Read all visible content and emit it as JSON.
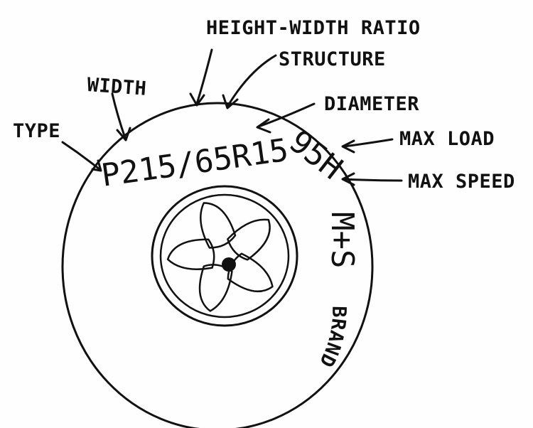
{
  "labels": {
    "height_width_ratio": "HEIGHT-WIDTH RATIO",
    "structure": "STRUCTURE",
    "width": "WIDTH",
    "diameter": "DIAMETER",
    "type": "TYPE",
    "max_load": "MAX LOAD",
    "max_speed": "MAX SPEED"
  },
  "tire_markings": {
    "size_code": "P215/65R15",
    "load_speed": "95H",
    "mud_snow": "M+S",
    "brand": "BRAND"
  },
  "colors": {
    "ink": "#111111",
    "paper": "#fefefe"
  }
}
